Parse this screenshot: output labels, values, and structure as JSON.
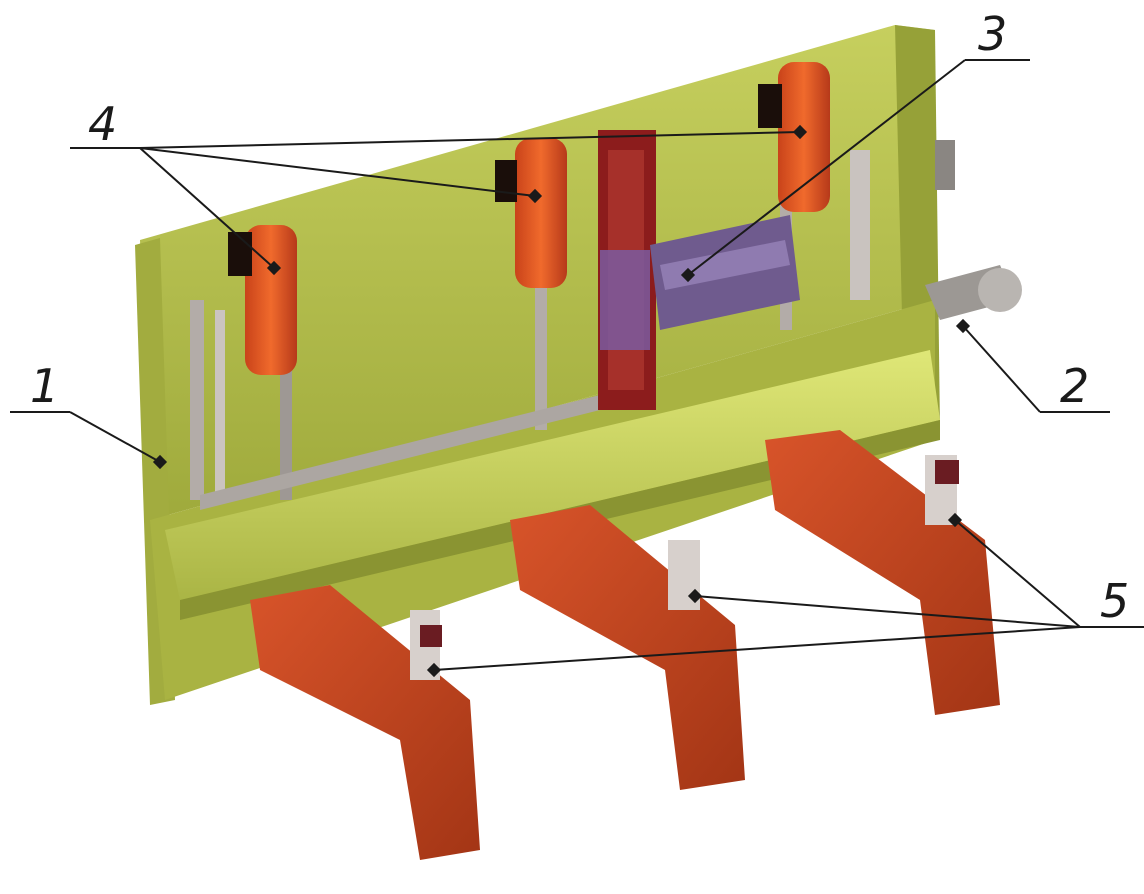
{
  "diagram": {
    "callouts": [
      {
        "id": "1",
        "label": "1"
      },
      {
        "id": "2",
        "label": "2"
      },
      {
        "id": "3",
        "label": "3"
      },
      {
        "id": "4",
        "label": "4"
      },
      {
        "id": "5",
        "label": "5"
      }
    ]
  },
  "colors": {
    "frame_green": "#b7c24a",
    "frame_green_dark": "#8f9a36",
    "frame_green_light": "#d8e070",
    "contact_orange": "#e2531f",
    "contact_orange_dark": "#b03a14",
    "insulator_red": "#8c1c1c",
    "shaft_purple": "#7a5aa0",
    "steel_grey": "#a8a4a0"
  }
}
